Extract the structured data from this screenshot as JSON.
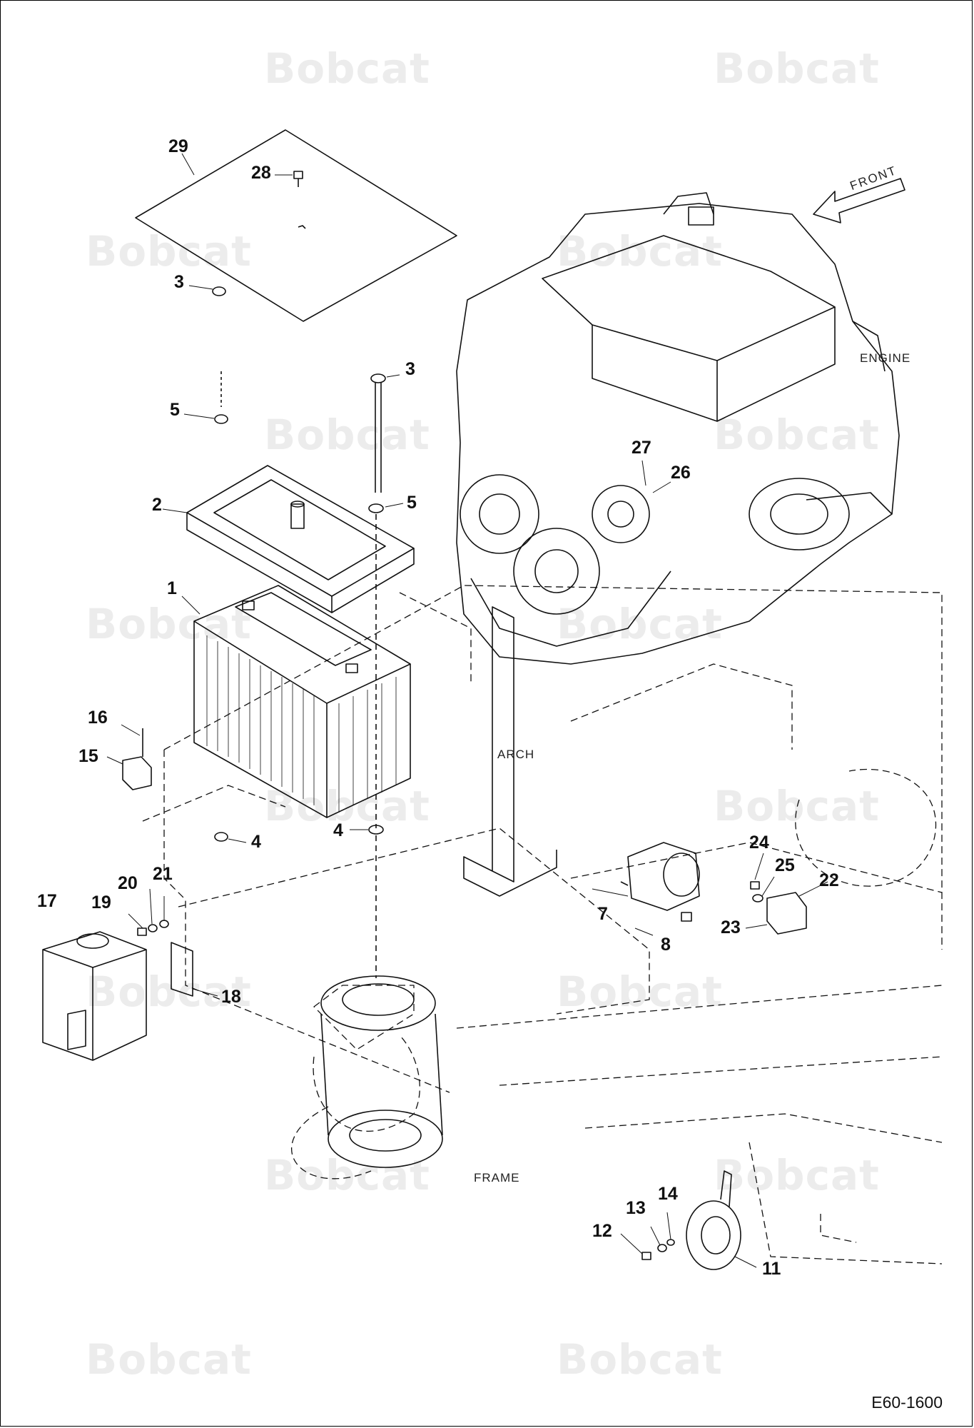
{
  "watermark": "Bobcat",
  "doc_id": "E60-1600",
  "tags": {
    "front": "FRONT",
    "engine": "ENGINE",
    "arch": "ARCH",
    "frame": "FRAME"
  },
  "callouts": [
    {
      "id": "c29",
      "label": "29"
    },
    {
      "id": "c28",
      "label": "28"
    },
    {
      "id": "c3a",
      "label": "3"
    },
    {
      "id": "c3b",
      "label": "3"
    },
    {
      "id": "c5a",
      "label": "5"
    },
    {
      "id": "c5b",
      "label": "5"
    },
    {
      "id": "c2",
      "label": "2"
    },
    {
      "id": "c1",
      "label": "1"
    },
    {
      "id": "c27",
      "label": "27"
    },
    {
      "id": "c26",
      "label": "26"
    },
    {
      "id": "c16",
      "label": "16"
    },
    {
      "id": "c15",
      "label": "15"
    },
    {
      "id": "c4a",
      "label": "4"
    },
    {
      "id": "c4b",
      "label": "4"
    },
    {
      "id": "c24",
      "label": "24"
    },
    {
      "id": "c25",
      "label": "25"
    },
    {
      "id": "c22",
      "label": "22"
    },
    {
      "id": "c7",
      "label": "7"
    },
    {
      "id": "c8",
      "label": "8"
    },
    {
      "id": "c23",
      "label": "23"
    },
    {
      "id": "c17",
      "label": "17"
    },
    {
      "id": "c20",
      "label": "20"
    },
    {
      "id": "c21",
      "label": "21"
    },
    {
      "id": "c19",
      "label": "19"
    },
    {
      "id": "c18",
      "label": "18"
    },
    {
      "id": "c14",
      "label": "14"
    },
    {
      "id": "c13",
      "label": "13"
    },
    {
      "id": "c12",
      "label": "12"
    },
    {
      "id": "c11",
      "label": "11"
    }
  ]
}
